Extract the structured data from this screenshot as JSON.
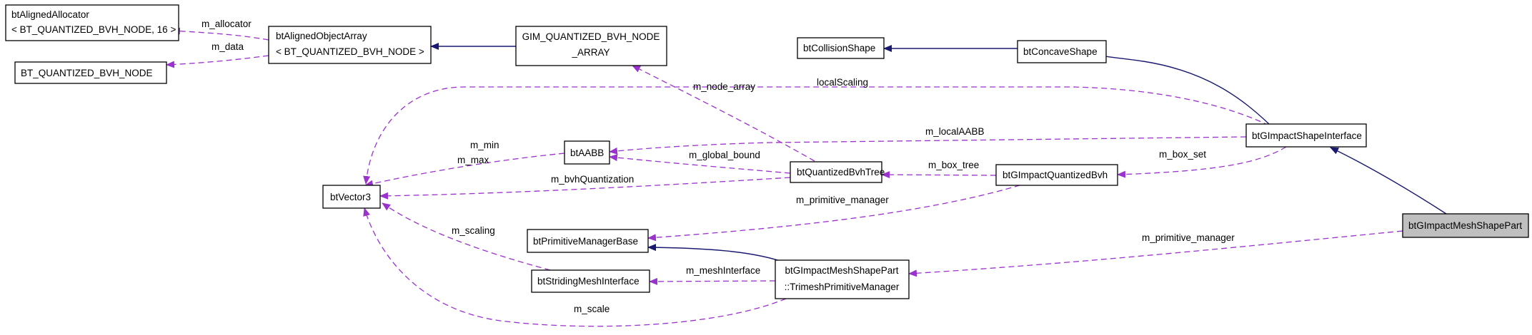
{
  "nodes": {
    "allocator_l1": "btAlignedAllocator",
    "allocator_l2": "< BT_QUANTIZED_BVH_NODE, 16 >",
    "bvh_node": "BT_QUANTIZED_BVH_NODE",
    "object_array_l1": "btAlignedObjectArray",
    "object_array_l2": "< BT_QUANTIZED_BVH_NODE >",
    "gim_array_l1": "GIM_QUANTIZED_BVH_NODE",
    "gim_array_l2": "_ARRAY",
    "collision_shape": "btCollisionShape",
    "concave_shape": "btConcaveShape",
    "vector3": "btVector3",
    "aabb": "btAABB",
    "quantized_bvh_tree": "btQuantizedBvhTree",
    "gimpact_quantized_bvh": "btGImpactQuantizedBvh",
    "gimpact_shape_interface": "btGImpactShapeInterface",
    "gimpact_mesh_shape_part": "btGImpactMeshShapePart",
    "primitive_manager_base": "btPrimitiveManagerBase",
    "striding_mesh_interface": "btStridingMeshInterface",
    "trimesh_manager_l1": "btGImpactMeshShapePart",
    "trimesh_manager_l2": "::TrimeshPrimitiveManager"
  },
  "edge_labels": {
    "m_allocator": "m_allocator",
    "m_data": "m_data",
    "m_node_array": "m_node_array",
    "localScaling": "localScaling",
    "m_localAABB": "m_localAABB",
    "m_min": "m_min",
    "m_max": "m_max",
    "m_global_bound": "m_global_bound",
    "m_bvhQuantization": "m_bvhQuantization",
    "m_box_tree": "m_box_tree",
    "m_box_set": "m_box_set",
    "m_primitive_manager_bvh": "m_primitive_manager",
    "m_primitive_manager_part": "m_primitive_manager",
    "m_scaling": "m_scaling",
    "m_meshInterface": "m_meshInterface",
    "m_scale": "m_scale"
  },
  "colors": {
    "inheritance_edge": "#191970",
    "member_edge": "#9a32cd",
    "highlight_node": "#bfbfbf"
  }
}
